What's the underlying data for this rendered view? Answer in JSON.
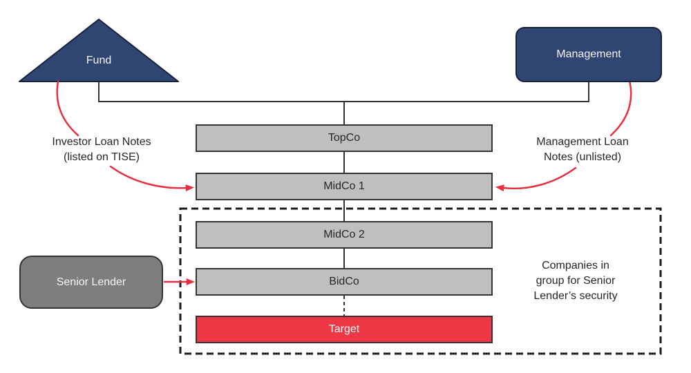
{
  "diagram": {
    "nodes": {
      "fund": {
        "label": "Fund"
      },
      "management": {
        "label": "Management"
      },
      "topco": {
        "label": "TopCo"
      },
      "midco1": {
        "label": "MidCo 1"
      },
      "midco2": {
        "label": "MidCo 2"
      },
      "bidco": {
        "label": "BidCo"
      },
      "target": {
        "label": "Target"
      },
      "senior_lender": {
        "label": "Senior Lender"
      }
    },
    "annotations": {
      "investor_notes": {
        "line1": "Investor Loan Notes",
        "line2": "(listed on TISE)"
      },
      "management_notes": {
        "line1": "Management Loan",
        "line2": "Notes (unlisted)"
      },
      "group_note": {
        "line1": "Companies in",
        "line2": "group for Senior",
        "line3": "Lender’s security"
      }
    },
    "colors": {
      "navy": "#2F4572",
      "navy_edge": "#16213C",
      "box_gray": "#BFBFBF",
      "lender_gray": "#7E7E7E",
      "target_red": "#EE3744",
      "arrow_red": "#E6303F",
      "line_dark": "#333333",
      "line_black": "#1A1A1A",
      "text_dark": "#262626",
      "text_light": "#F5F5F5"
    }
  }
}
